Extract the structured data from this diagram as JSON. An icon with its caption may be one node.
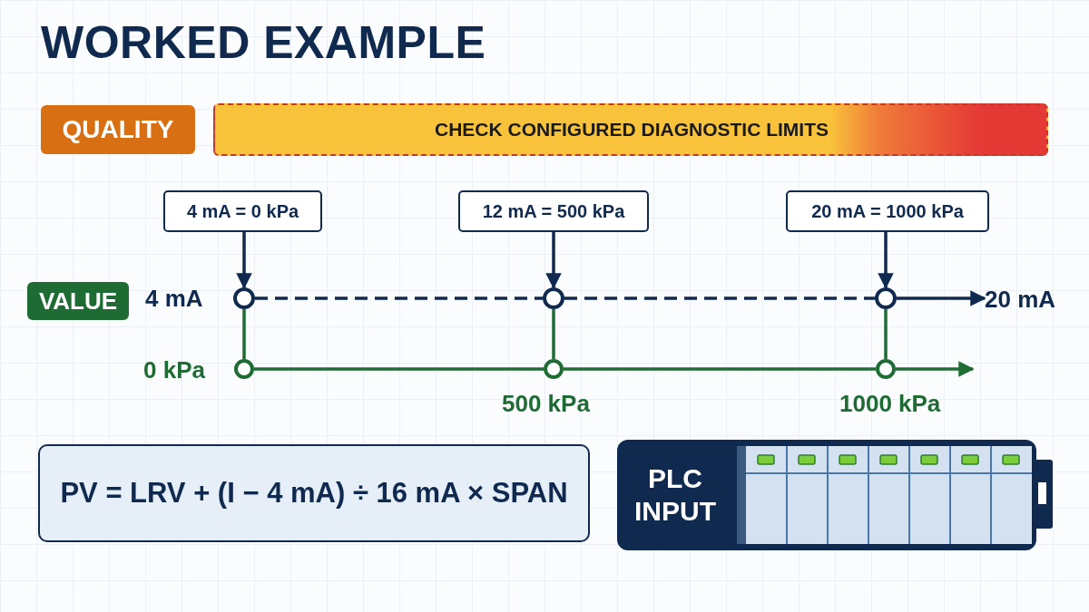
{
  "diagram": {
    "title": "WORKED EXAMPLE",
    "nodes": [
      {
        "text": [
          "QUALITY"
        ]
      },
      {
        "text": [
          "CHECK CONFIGURED DIAGNOSTIC LIMITS"
        ]
      },
      {
        "text": [
          "4 mA = 0 kPa"
        ]
      },
      {
        "text": [
          "12 mA = 500 kPa"
        ]
      },
      {
        "text": [
          "20 mA = 1000 kPa"
        ]
      },
      {
        "text": [
          "VALUE"
        ]
      },
      {
        "text": [],
        "shape": "circle"
      },
      {
        "text": [],
        "shape": "circle"
      },
      {
        "text": [],
        "shape": "circle"
      },
      {
        "text": [],
        "shape": "circle"
      },
      {
        "text": [],
        "shape": "circle"
      },
      {
        "text": [],
        "shape": "circle"
      },
      {
        "text": [
          "20 mA"
        ]
      },
      {
        "text": [
          "PV = LRV + (I − 4 mA) ÷ 16 mA × SPAN"
        ]
      },
      {
        "text": [
          "PLC INPUT"
        ]
      }
    ],
    "edges": [
      {
        "from": 2,
        "to": 6,
        "arrow": "to"
      },
      {
        "from": 3,
        "to": 7,
        "arrow": "to"
      },
      {
        "from": 4,
        "to": 8,
        "arrow": "to"
      },
      {
        "from": 6,
        "to": 7,
        "arrow": "none",
        "style": "dashed"
      },
      {
        "from": 7,
        "to": 8,
        "arrow": "none",
        "style": "dashed"
      },
      {
        "from": 8,
        "to": 12,
        "arrow": "to"
      },
      {
        "from": 6,
        "to": 9,
        "arrow": "none",
        "color": "#1e6b34"
      },
      {
        "from": 7,
        "to": 10,
        "arrow": "none",
        "color": "#1e6b34"
      },
      {
        "from": 8,
        "to": 11,
        "arrow": "none",
        "color": "#1e6b34"
      },
      {
        "from": 9,
        "to": 10,
        "arrow": "none",
        "color": "#1e6b34"
      },
      {
        "from": 10,
        "to": 11,
        "arrow": "none",
        "color": "#1e6b34"
      },
      {
        "from": 11,
        "to": null,
        "arrow": "to",
        "color": "#1e6b34"
      }
    ],
    "labels": [
      "4 mA",
      "0 kPa",
      "500 kPa",
      "1000 kPa"
    ]
  }
}
